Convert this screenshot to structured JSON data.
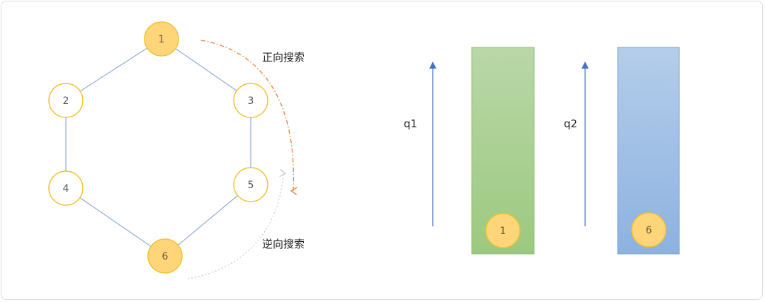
{
  "colors": {
    "edge": "#8eaadb",
    "node_stroke": "#f2c230",
    "node_fill_active": "#ffd57a",
    "node_fill_idle": "#ffffff",
    "forward_arrow": "#ed7d31",
    "backward_arrow": "#c8c8c8",
    "queue1_top": "#b9d7a8",
    "queue1_bottom": "#9cc97f",
    "queue2_top": "#b4cdea",
    "queue2_bottom": "#8db2e0",
    "axis_arrow": "#4472c4"
  },
  "graph": {
    "nodes": [
      {
        "id": "1",
        "label": "1",
        "active": true
      },
      {
        "id": "2",
        "label": "2",
        "active": false
      },
      {
        "id": "3",
        "label": "3",
        "active": false
      },
      {
        "id": "4",
        "label": "4",
        "active": false
      },
      {
        "id": "5",
        "label": "5",
        "active": false
      },
      {
        "id": "6",
        "label": "6",
        "active": true
      }
    ],
    "edges": [
      [
        "1",
        "2"
      ],
      [
        "1",
        "3"
      ],
      [
        "2",
        "4"
      ],
      [
        "3",
        "5"
      ],
      [
        "4",
        "6"
      ],
      [
        "5",
        "6"
      ]
    ]
  },
  "annotations": {
    "forward": "正向搜索",
    "backward": "逆向搜索"
  },
  "queues": [
    {
      "label": "q1",
      "item": "1"
    },
    {
      "label": "q2",
      "item": "6"
    }
  ]
}
